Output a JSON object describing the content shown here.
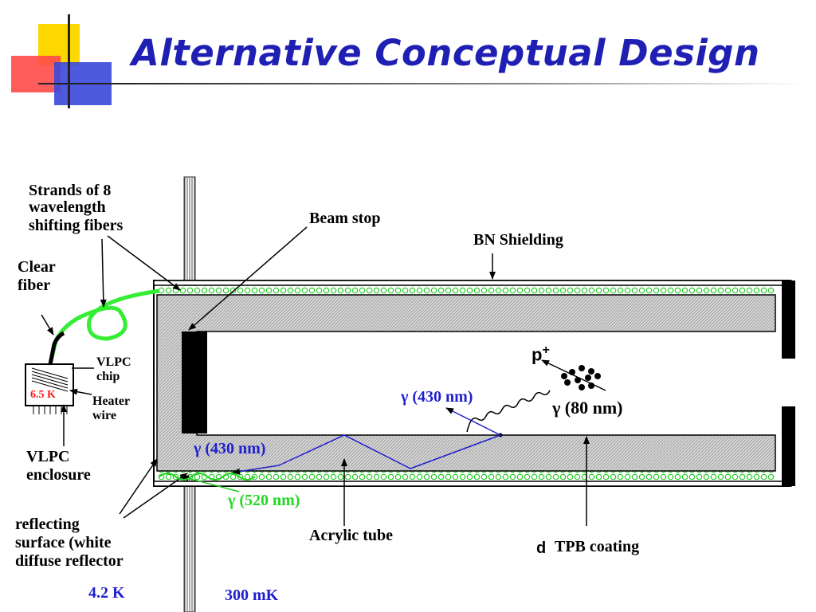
{
  "title": "Alternative Conceptual Design",
  "labels": {
    "strands": [
      "Strands of 8",
      "wavelength",
      "shifting fibers"
    ],
    "beam_stop": "Beam stop",
    "bn_shielding": "BN Shielding",
    "clear_fiber": [
      "Clear",
      "fiber"
    ],
    "vlpc_chip": [
      "VLPC",
      "chip"
    ],
    "heater_wire": [
      "Heater",
      "wire"
    ],
    "temp_box": "6.5 K",
    "vlpc_enclosure": [
      "VLPC",
      "enclosure"
    ],
    "p_plus": "p",
    "p_plus_sup": "+",
    "gamma_430_upper": "γ (430 nm)",
    "gamma_80": "γ (80 nm)",
    "gamma_430_lower": "γ (430 nm)",
    "gamma_520": "γ (520 nm)",
    "reflecting": [
      "reflecting",
      "surface (white",
      "diffuse reflector"
    ],
    "acrylic_tube": "Acrylic tube",
    "d_symbol": "d",
    "tpb_coating": "TPB coating",
    "temp_42": "4.2 K",
    "temp_300": "300 mK"
  },
  "colors": {
    "title": "#1f1fb4",
    "fiber": "#33ee33",
    "photon_blue": "#1f1fd0",
    "hatch_gray": "#c8c8c8",
    "red_text": "#ff1a1a",
    "deco_yellow": "#ffd700",
    "deco_red": "#ff3a3a",
    "deco_blue": "#3040d8"
  }
}
